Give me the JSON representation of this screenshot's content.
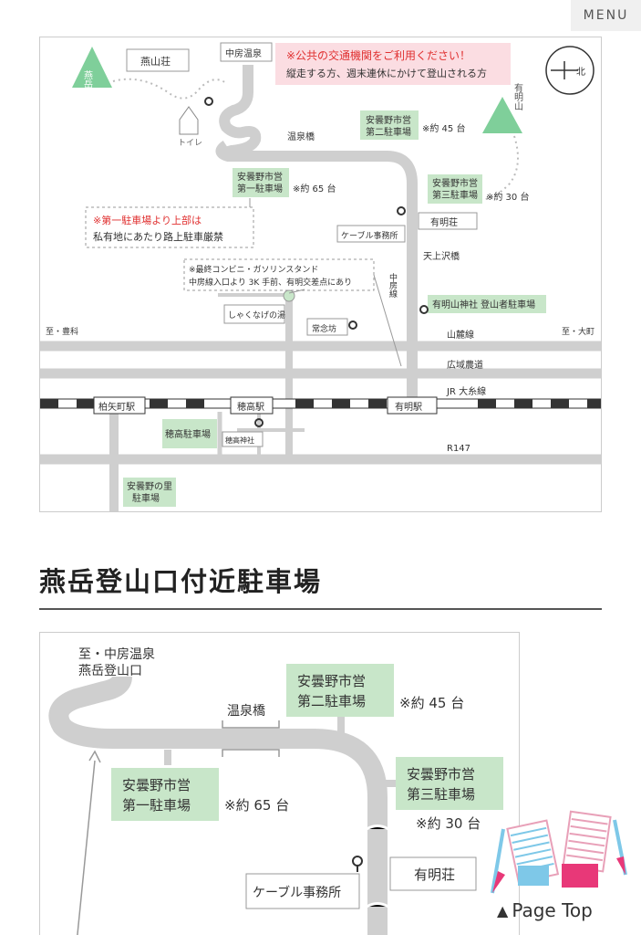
{
  "header": {
    "menu_label": "MENU"
  },
  "map1": {
    "tsubakuro_peak": "燕岳",
    "enzanso": "燕山荘",
    "nakabusa_onsen": "中房温泉",
    "toilet": "トイレ",
    "notice_line1": "※公共の交通機関をご利用ください！",
    "notice_line2": "縦走する方、週末連休にかけて登山される方",
    "compass_north": "北",
    "ariakeyama": "有明山",
    "onsen_bridge": "温泉橋",
    "lot2": "安曇野市営\n第二駐車場",
    "lot2_cap": "※約 45 台",
    "lot1": "安曇野市営\n第一駐車場",
    "lot1_cap": "※約 65 台",
    "lot3": "安曇野市営\n第三駐車場",
    "lot3_cap": "※約 30 台",
    "note_lot1_red": "※第一駐車場より上部は",
    "note_lot1_black": "私有地にあたり路上駐車厳禁",
    "ariakeso": "有明荘",
    "cable_office": "ケーブル事務所",
    "tenjosawa_bridge": "天上沢橋",
    "nakabusa_line": "中房線",
    "conveni_line1": "※最終コンビニ・ガソリンスタンド",
    "conveni_line2": "中房線入口より 3K 手前、有明交差点にあり",
    "shakunage": "しゃくなげの湯",
    "shrine_lot": "有明山神社 登山者駐車場",
    "to_toyoshina": "至・豊科",
    "to_omachi": "至・大町",
    "jonenbo": "常念坊",
    "sanroku_line": "山麓線",
    "koiki_road": "広域農道",
    "jr_line": "JR 大糸線",
    "kashiwayacho_sta": "柏矢町駅",
    "hotaka_sta": "穂高駅",
    "ariake_sta": "有明駅",
    "hotaka_lot": "穂高駐車場",
    "hotaka_shrine": "穂高神社",
    "r147": "R147",
    "azumino_sato": "安曇野の里\n駐車場"
  },
  "section": {
    "title": "燕岳登山口付近駐車場"
  },
  "map2": {
    "to_nakabusa": "至・中房温泉\n燕岳登山口",
    "onsen_bridge": "温泉橋",
    "lot2": "安曇野市営\n第二駐車場",
    "lot2_cap": "※約 45 台",
    "lot1": "安曇野市営\n第一駐車場",
    "lot1_cap": "※約 65 台",
    "lot3": "安曇野市営\n第三駐車場",
    "lot3_cap": "※約 30 台",
    "ariakeso": "有明荘",
    "cable_office": "ケーブル事務所"
  },
  "pagetop": {
    "label": "Page Top"
  },
  "colors": {
    "road": "#cfcfcf",
    "lot": "#c8e6c9",
    "red": "#e03030",
    "mountain": "#7fcf9a",
    "notice_bg": "#fbdde2"
  }
}
